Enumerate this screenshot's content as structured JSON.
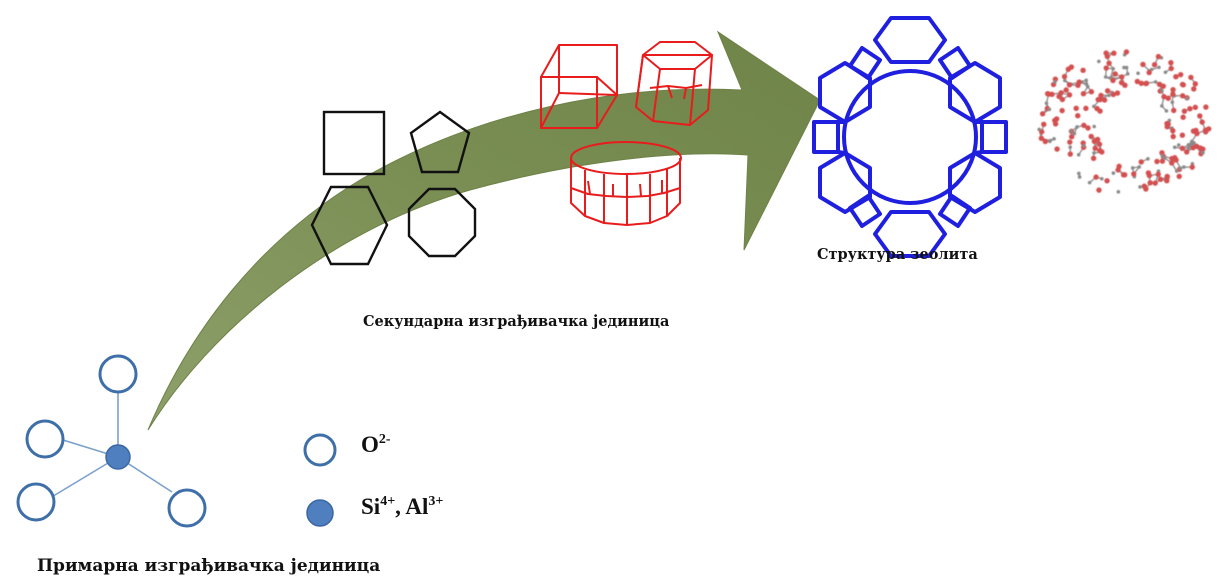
{
  "captions": {
    "primary": "Примарна изграђивачка јединица",
    "secondary": "Секундарна изграђивачка јединица",
    "structure": "Структура зеолита"
  },
  "legend": {
    "oxygen": {
      "base": "O",
      "charge": "2-"
    },
    "cations": {
      "si": "Si",
      "si_charge": "4+",
      "separator": ", ",
      "al": "Al",
      "al_charge": "3+"
    }
  },
  "colors": {
    "arrow": "#7e9258",
    "tetra_circle": "#3f6fa8",
    "tetra_center": "#4f7fbe",
    "tetra_bond": "#6e94c2",
    "sbu_black": "#111111",
    "sbu_red": "#e81c1c",
    "framework": "#1f1fe0",
    "atom_o": "#d45050",
    "atom_si": "#8a8a8a"
  },
  "icons": [
    "tetrahedron-unit",
    "square-ring",
    "pentagon-ring",
    "hexagon-ring",
    "octagon-ring",
    "cube-cage",
    "hexagonal-prism-cage",
    "octagonal-prism-cage",
    "zeolite-framework",
    "atomistic-model"
  ]
}
